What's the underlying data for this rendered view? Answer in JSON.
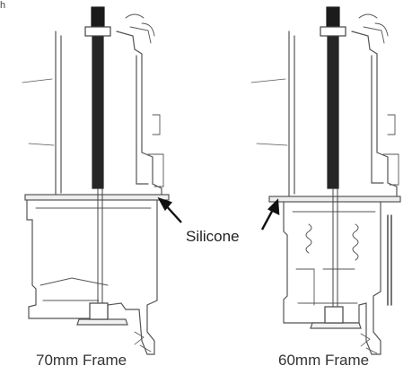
{
  "top_left_text": "h",
  "callout_label": "Silicone",
  "frames": [
    {
      "caption": "70mm Frame"
    },
    {
      "caption": "60mm Frame"
    }
  ]
}
